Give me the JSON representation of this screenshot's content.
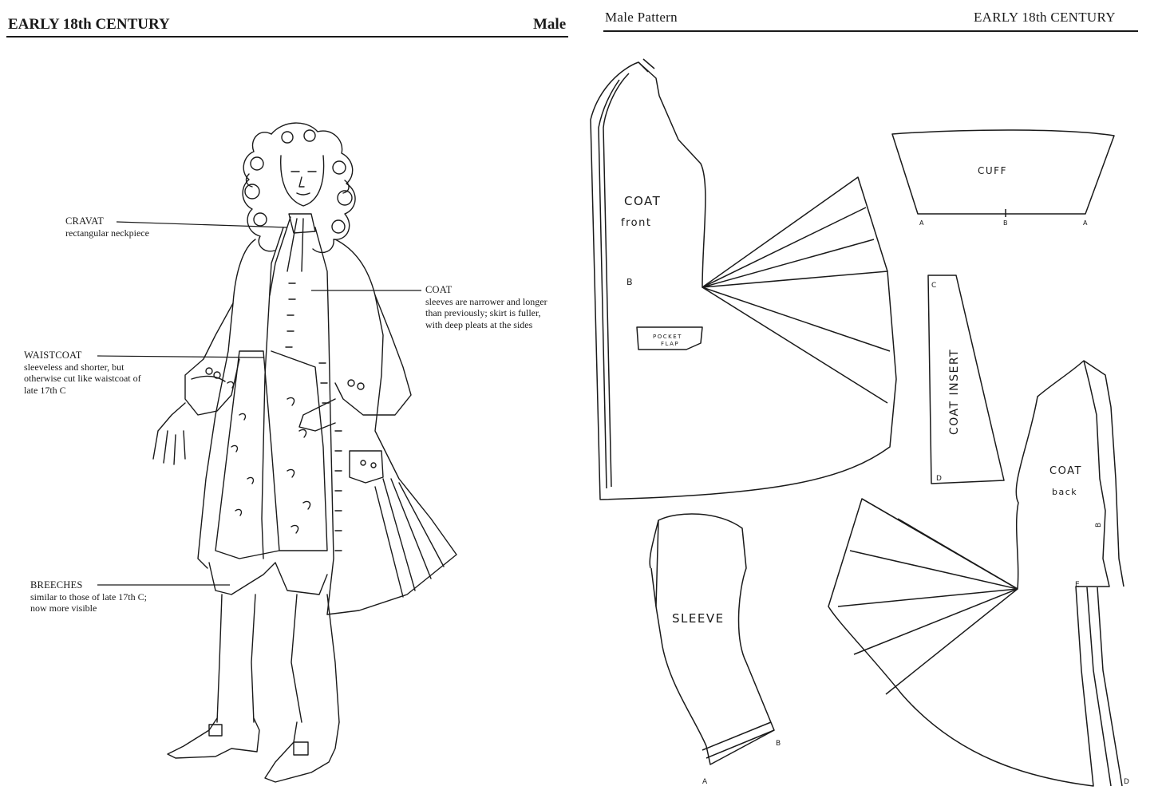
{
  "left_page": {
    "header_title": "EARLY 18th CENTURY",
    "header_gender": "Male",
    "labels": [
      {
        "title": "CRAVAT",
        "desc": "rectangular neckpiece"
      },
      {
        "title": "COAT",
        "desc": "sleeves are narrower and longer than previously; skirt is fuller, with deep pleats at the sides"
      },
      {
        "title": "WAISTCOAT",
        "desc": "sleeveless and shorter, but otherwise cut like waistcoat of late 17th C"
      },
      {
        "title": "BREECHES",
        "desc": "similar to those of late 17th C; now more visible"
      }
    ]
  },
  "right_page": {
    "header_left": "Male Pattern",
    "header_right": "EARLY 18th CENTURY",
    "pieces": {
      "coat_front": {
        "line1": "COAT",
        "line2": "front",
        "pocket_line1": "POCKET",
        "pocket_line2": "FLAP",
        "mark_b": "B"
      },
      "cuff": {
        "label": "CUFF",
        "mark_a1": "A",
        "mark_b": "B",
        "mark_a2": "A"
      },
      "coat_insert": {
        "label": "COAT INSERT",
        "mark_c": "C",
        "mark_d": "D"
      },
      "coat_back": {
        "line1": "COAT",
        "line2": "back",
        "mark_b": "B",
        "mark_e": "E",
        "mark_d": "D"
      },
      "sleeve": {
        "label": "SLEEVE",
        "mark_a": "A",
        "mark_b": "B"
      }
    }
  }
}
